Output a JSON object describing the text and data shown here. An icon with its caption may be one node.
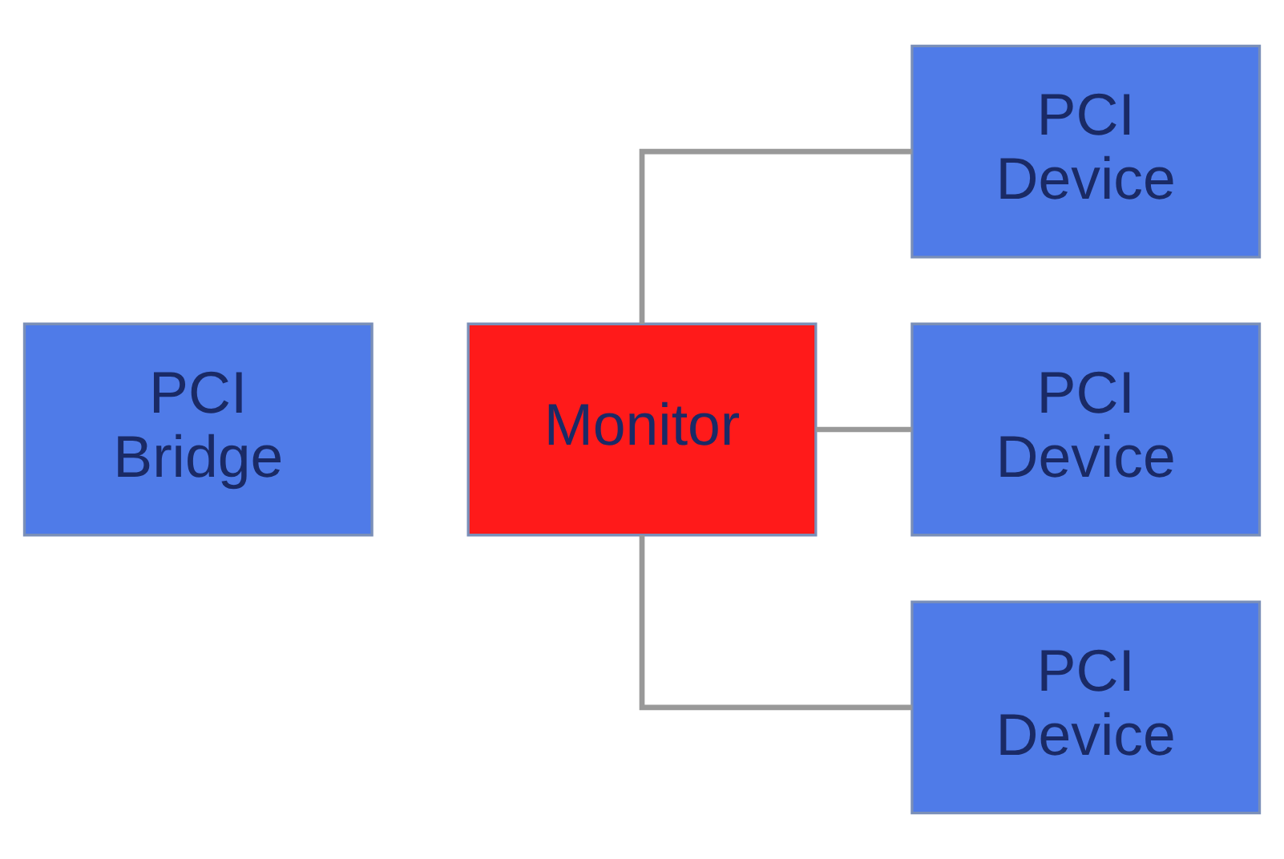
{
  "diagram": {
    "nodes": [
      {
        "text": [
          "PCI Bridge"
        ]
      },
      {
        "text": [
          "Monitor"
        ]
      },
      {
        "text": [
          "PCI Device"
        ]
      },
      {
        "text": [
          "PCI Device"
        ]
      },
      {
        "text": [
          "PCI Device"
        ]
      }
    ],
    "edges": [
      {
        "from": 1,
        "to": 2,
        "arrow": "none"
      },
      {
        "from": 1,
        "to": 3,
        "arrow": "none"
      },
      {
        "from": 1,
        "to": 4,
        "arrow": "none"
      }
    ]
  }
}
